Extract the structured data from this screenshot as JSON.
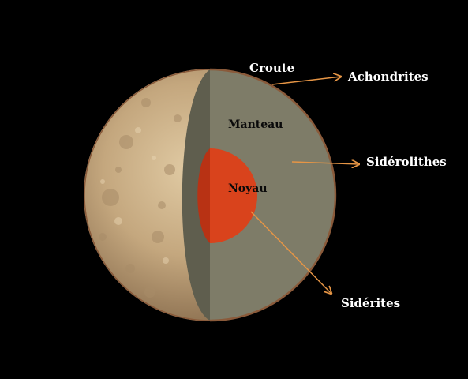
{
  "labels": {
    "croute": "Croute",
    "manteau": "Manteau",
    "noyau": "Noyau",
    "achondrites": "Achondrites",
    "siderolithes": "Sidérolithes",
    "siderites": "Sidérites"
  },
  "colors": {
    "background": "#000000",
    "surface": "#c4a880",
    "crust": "#8a5a3a",
    "mantle": "#7e7c68",
    "mantle_shadow": "#5f5e4e",
    "core": "#d9431c",
    "core_shadow": "#b83214",
    "arrow": "#e69545"
  }
}
